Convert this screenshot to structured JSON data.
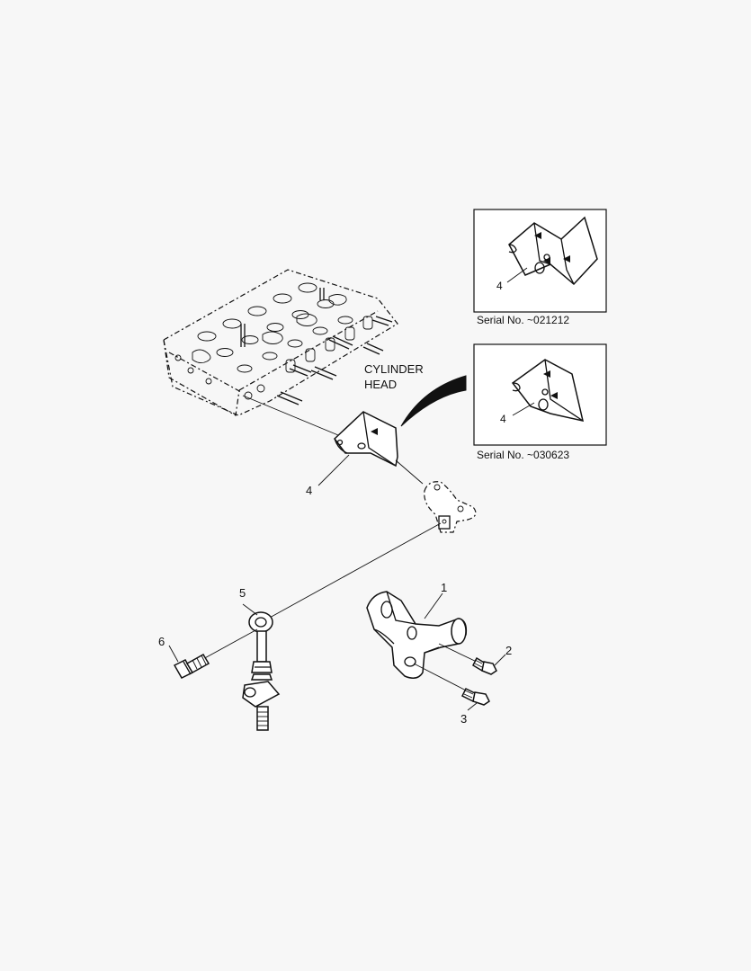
{
  "labels": {
    "cylinder_head_line1": "CYLINDER",
    "cylinder_head_line2": "HEAD",
    "inset1_serial": "Serial No. ~021212",
    "inset2_serial": "Serial No. ~030623"
  },
  "callouts": {
    "part1": "1",
    "part2": "2",
    "part3": "3",
    "part4_main": "4",
    "part4_inset1": "4",
    "part4_inset2": "4",
    "part5": "5",
    "part6": "6"
  },
  "colors": {
    "background": "#f7f7f7",
    "line": "#111111"
  }
}
